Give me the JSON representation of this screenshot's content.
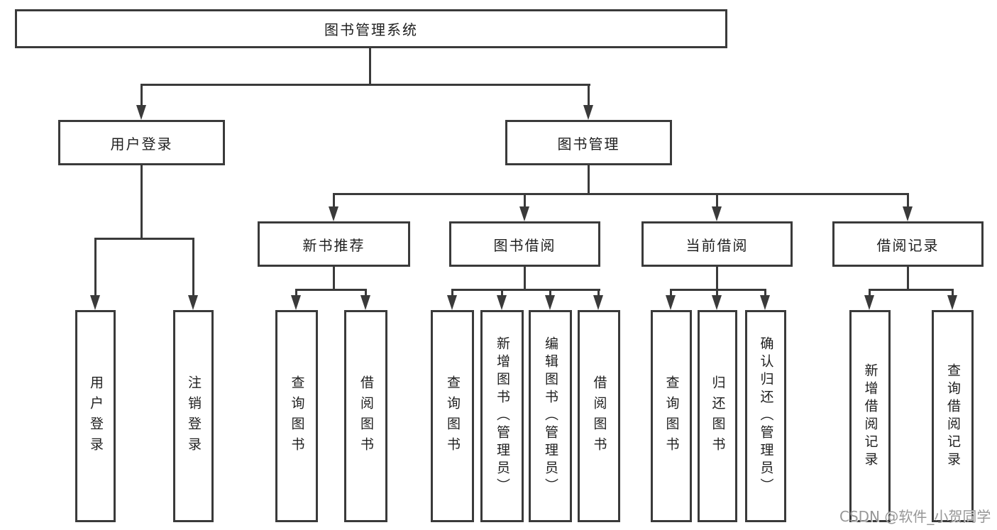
{
  "diagram": {
    "root": {
      "label": "图书管理系统"
    },
    "branches": [
      {
        "label": "用户登录",
        "children": [
          {
            "label": "用户登录"
          },
          {
            "label": "注销登录"
          }
        ]
      },
      {
        "label": "图书管理",
        "children": [
          {
            "label": "新书推荐",
            "children": [
              {
                "label": "查询图书"
              },
              {
                "label": "借阅图书"
              }
            ]
          },
          {
            "label": "图书借阅",
            "children": [
              {
                "label": "查询图书"
              },
              {
                "label": "新增图书（管理员）"
              },
              {
                "label": "编辑图书（管理员）"
              },
              {
                "label": "借阅图书"
              }
            ]
          },
          {
            "label": "当前借阅",
            "children": [
              {
                "label": "查询图书"
              },
              {
                "label": "归还图书"
              },
              {
                "label": "确认归还（管理员）"
              }
            ]
          },
          {
            "label": "借阅记录",
            "children": [
              {
                "label": "新增借阅记录"
              },
              {
                "label": "查询借阅记录"
              }
            ]
          }
        ]
      }
    ]
  },
  "watermark": {
    "text": "CSDN @软件_小贺同学"
  },
  "colors": {
    "line": "#3a3a3a",
    "text": "#1f1f1f",
    "background": "#ffffff",
    "watermark": "#979797"
  }
}
